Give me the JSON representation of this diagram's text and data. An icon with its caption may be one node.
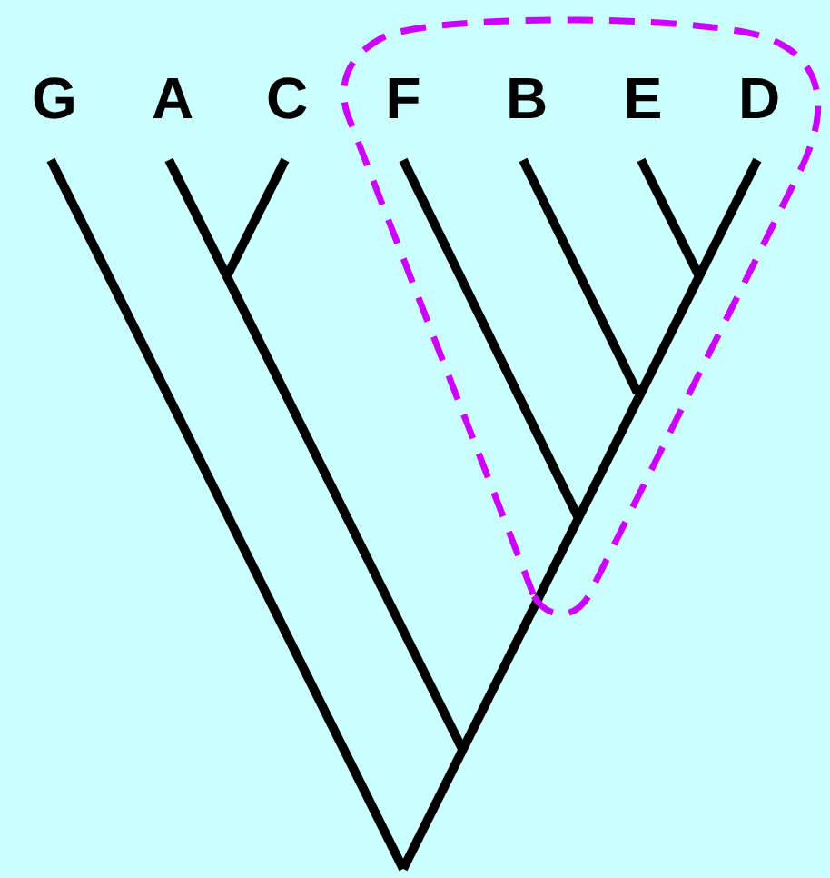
{
  "diagram": {
    "labels": [
      "G",
      "A",
      "C",
      "F",
      "B",
      "E",
      "D"
    ]
  }
}
